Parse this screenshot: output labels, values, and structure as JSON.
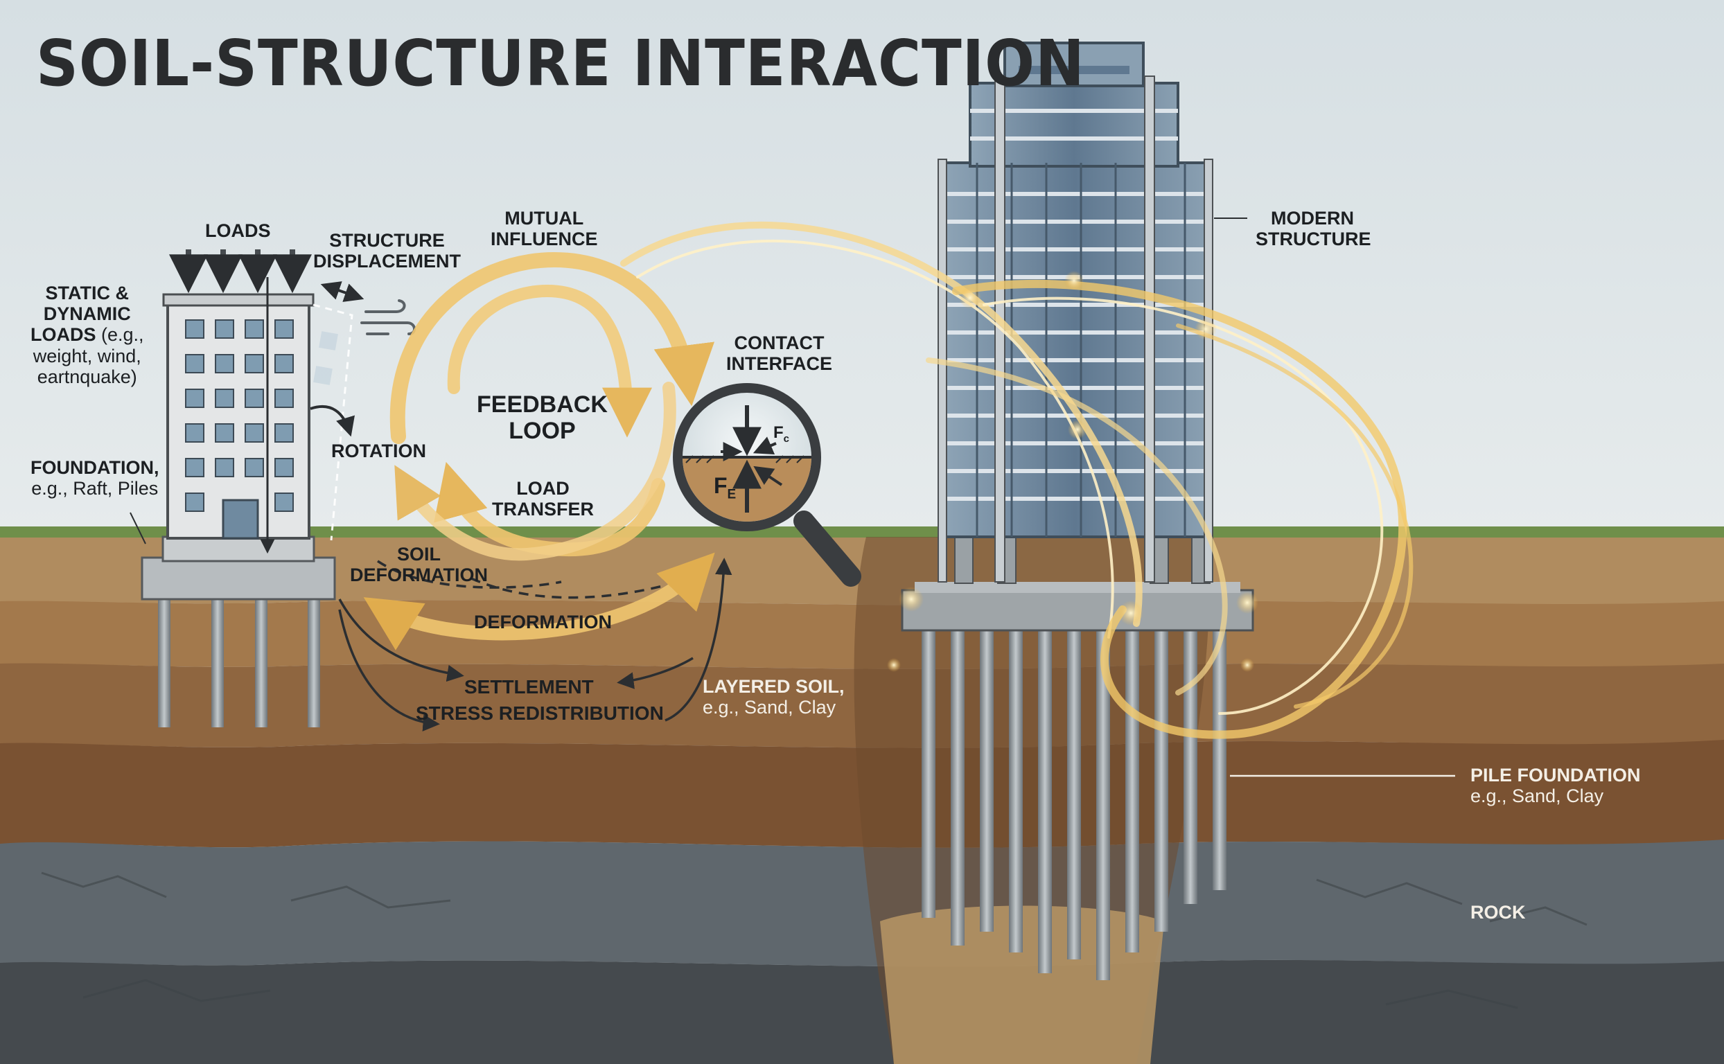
{
  "title": "SOIL-STRUCTURE INTERACTION",
  "labels": {
    "loads": "LOADS",
    "static_dynamic_1": "STATIC &",
    "static_dynamic_2": "DYNAMIC",
    "static_dynamic_3a": "LOADS",
    "static_dynamic_3b": " (e.g.,",
    "static_dynamic_4": "weight, wind,",
    "static_dynamic_5": "eartnquake)",
    "structure_displacement_1": "STRUCTURE",
    "structure_displacement_2": "DISPLACEMENT",
    "mutual_influence_1": "MUTUAL",
    "mutual_influence_2": "INFLUENCE",
    "feedback_loop_1": "FEEDBACK",
    "feedback_loop_2": "LOOP",
    "rotation": "ROTATION",
    "load_transfer_1": "LOAD",
    "load_transfer_2": "TRANSFER",
    "foundation_1": "FOUNDATION,",
    "foundation_2": "e.g., Raft, Piles",
    "soil_deformation_1": "SOIL",
    "soil_deformation_2": "DEFORMATION",
    "deformation": "DEFORMATION",
    "settlement": "SETTLEMENT",
    "stress_redistribution": "STRESS REDISTRIBUTION",
    "contact_interface_1": "CONTACT",
    "contact_interface_2": "INTERFACE",
    "force_fc_main": "F",
    "force_fc_sub": "c",
    "force_fe_main": "F",
    "force_fe_sub": "E",
    "layered_soil_1": "LAYERED SOIL,",
    "layered_soil_2": "e.g., Sand, Clay",
    "modern_structure_1": "MODERN",
    "modern_structure_2": "STRUCTURE",
    "pile_foundation_1": "PILE FOUNDATION",
    "pile_foundation_2": "e.g., Sand, Clay",
    "rock": "ROCK"
  },
  "colors": {
    "sky": "#dfe7ea",
    "grass": "#6f8f4a",
    "topsoil": "#b08c5f",
    "sand": "#a3794c",
    "clay": "#7a5232",
    "rock": "#5f676d",
    "deep_rock": "#454a4e",
    "glow": "#f3c96a",
    "glass": "#7e97ab"
  }
}
